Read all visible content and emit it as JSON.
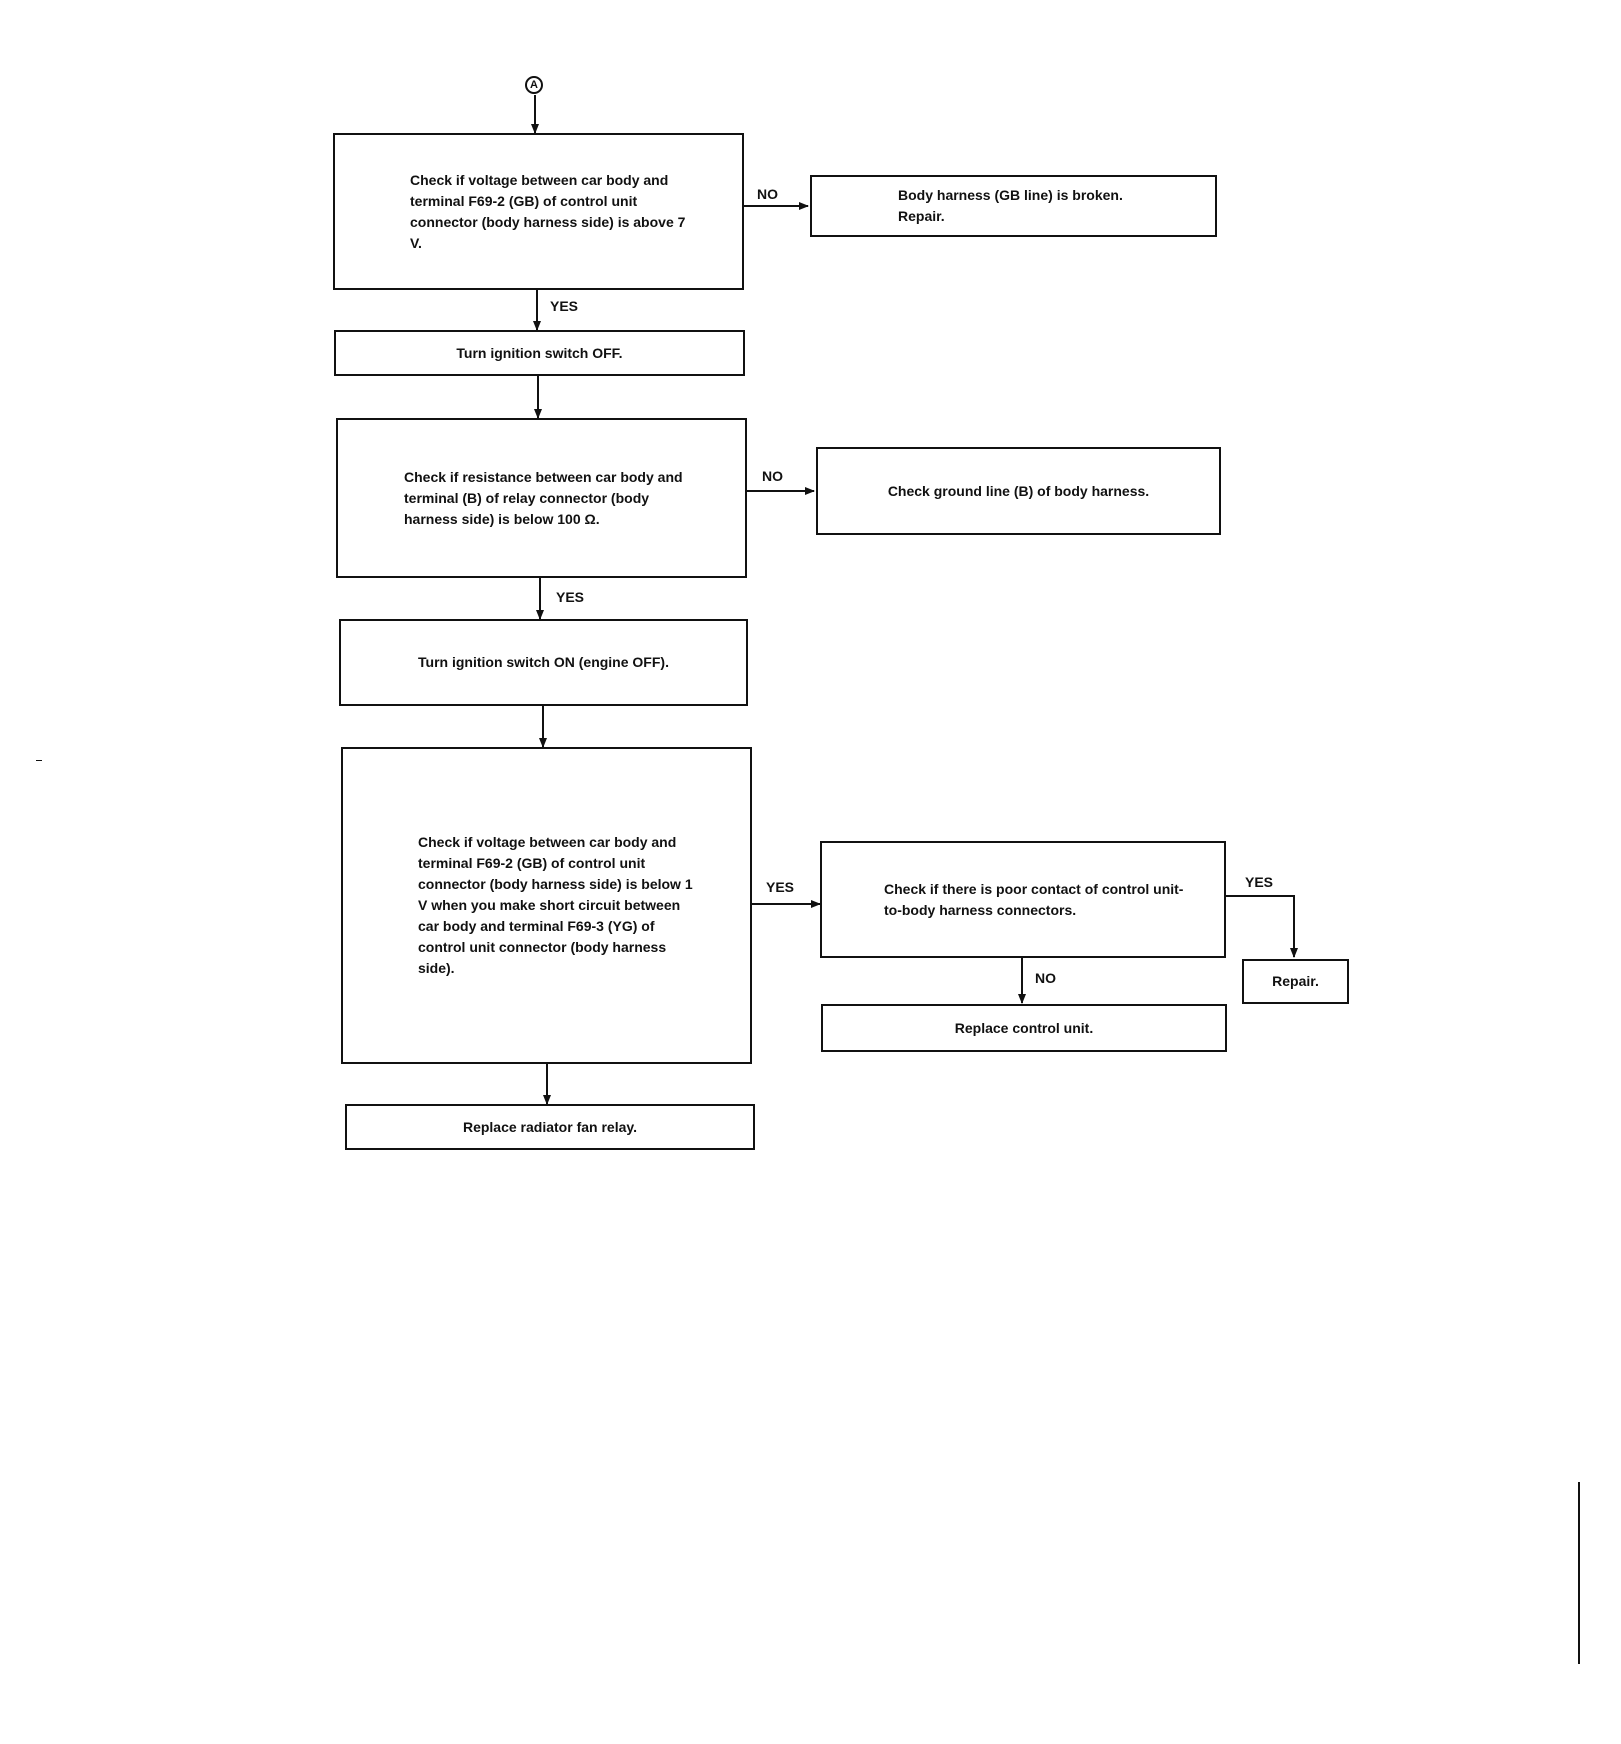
{
  "connector": "A",
  "steps": {
    "check_voltage_above": "Check if voltage between car body and terminal F69-2 (GB) of control unit connector (body harness side) is above 7 V.",
    "harness_broken": "Body harness (GB line) is broken.\nRepair.",
    "ignition_off": "Turn ignition switch OFF.",
    "check_resistance": "Check if resistance between car body and terminal (B) of relay connector (body harness side) is below 100 Ω.",
    "check_ground": "Check ground line (B) of body harness.",
    "ignition_on": "Turn ignition switch ON (engine OFF).",
    "check_voltage_below": "Check if voltage between car body and terminal F69-2 (GB) of control unit connector (body harness side) is below 1 V when you make short circuit between car body and terminal F69-3 (YG) of control unit connector (body harness side).",
    "check_poor_contact": "Check if there is poor contact of control unit-to-body harness connectors.",
    "repair": "Repair.",
    "replace_control_unit": "Replace control unit.",
    "replace_relay": "Replace radiator fan relay."
  },
  "labels": {
    "no_1": "NO",
    "yes_1": "YES",
    "no_2": "NO",
    "yes_2": "YES",
    "yes_3": "YES",
    "yes_4": "YES",
    "no_3": "NO"
  }
}
